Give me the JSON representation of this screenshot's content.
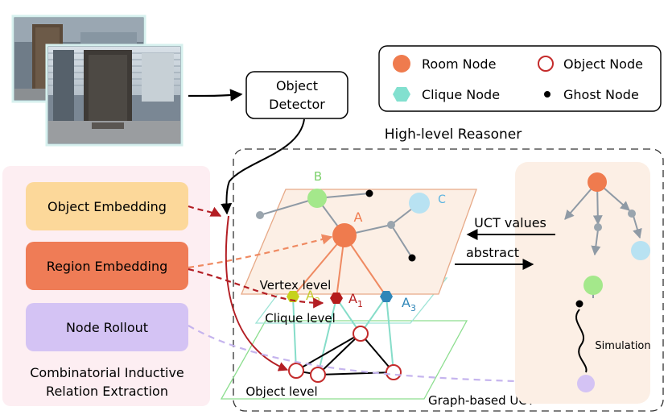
{
  "detector": {
    "line1": "Object",
    "line2": "Detector"
  },
  "reasoner_title": "High-level Reasoner",
  "legend": {
    "room": "Room Node",
    "object": "Object Node",
    "clique": "Clique Node",
    "ghost": "Ghost Node"
  },
  "left_panel": {
    "object_embedding": "Object Embedding",
    "region_embedding": "Region Embedding",
    "node_rollout": "Node Rollout",
    "caption_line1": "Combinatorial Inductive",
    "caption_line2": "Relation Extraction"
  },
  "graph": {
    "vertex_level": "Vertex level",
    "clique_level": "Clique level",
    "object_level": "Object level",
    "graph_uct": "Graph-based UCT",
    "node_a": "A",
    "node_b": "B",
    "node_c": "C",
    "clique_a2": "A",
    "clique_a2_sub": "2",
    "clique_a1": "A",
    "clique_a1_sub": "1",
    "clique_a3": "A",
    "clique_a3_sub": "3"
  },
  "uct": {
    "uct_values": "UCT values",
    "abstract": "abstract",
    "simulation": "Simulation"
  },
  "colors": {
    "room": "#ef7b4e",
    "object": "#c42b2b",
    "clique": "#82e0cf",
    "ghost": "#000000",
    "object_embedding": "#fcd89a",
    "region_embedding": "#ef7c56",
    "node_rollout": "#d4c3f4",
    "left_panel_bg": "#fdeef2",
    "uct_panel_bg": "#fcefe5"
  }
}
